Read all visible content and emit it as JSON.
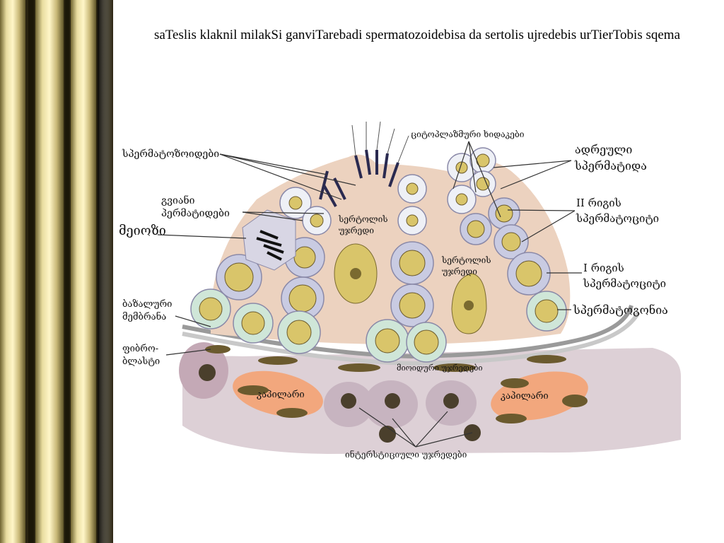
{
  "slide": {
    "title": "saTeslis klaknil milakSi ganviTarebadi spermatozoidebisa da sertolis ujredebis urTierTobis sqema"
  },
  "diagram": {
    "labels": {
      "spermatozoa": "სპერმატოზოიდები",
      "cytoplasmic_bridges": "ციტოპლაზმური ხიდაკები",
      "early_spermatids": [
        "ადრეული",
        "სპერმატიდა"
      ],
      "late_spermatids": [
        "გვიანი",
        "პერმატიდები"
      ],
      "meiosis": "მეიოზი",
      "sertoli_cell_1": [
        "სერტოლის",
        "უჯრედი"
      ],
      "sertoli_cell_2": [
        "სერტოლის",
        "უჯრედი"
      ],
      "secondary_spermatocytes": [
        "II რიგის",
        "სპერმატოციტი"
      ],
      "primary_spermatocytes": [
        "I რიგის",
        "სპერმატოციტი"
      ],
      "basal_membrane": [
        "ბაზალური",
        "მემბრანა"
      ],
      "spermatogonia": "სპერმატოგონია",
      "fibroblasts": [
        "ფიბრო-",
        "ბლასტი"
      ],
      "myoid_cells": "მიოიდური უჯრედები",
      "capillary_left": "კაპილარი",
      "capillary_right": "კაპილარი",
      "interstitial_cells": "ინტერსტიციული უჯრედები"
    },
    "colors": {
      "sertoli": "#ecd2bf",
      "nucleus": "#d9c56a",
      "germ_cell": "#c9cbe2",
      "spermatogonia": "#cfe6d8",
      "capillary": "#f2a77d",
      "interstitium": "#d6c4cc",
      "border_gold": "#d8c98a"
    }
  }
}
